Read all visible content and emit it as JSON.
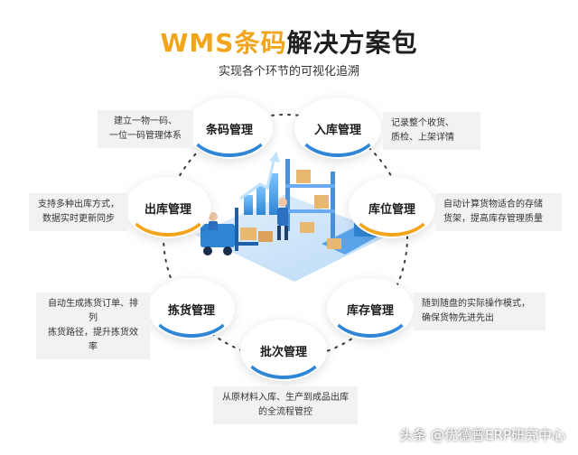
{
  "header": {
    "title_accent": "WMS条码",
    "title_rest": "解决方案包",
    "subtitle": "实现各个环节的可视化追溯"
  },
  "nodes": [
    {
      "label": "条码管理",
      "desc_lines": [
        "建立一物一码、",
        "一位一码管理体系"
      ],
      "accent": "#2f86d6"
    },
    {
      "label": "入库管理",
      "desc_lines": [
        "记录整个收货、",
        "质检、上架详情"
      ],
      "accent": "#2f86d6"
    },
    {
      "label": "库位管理",
      "desc_lines": [
        "自动计算货物适合的存储",
        "货架，提高库存管理质量"
      ],
      "accent": "#f2a51a"
    },
    {
      "label": "库存管理",
      "desc_lines": [
        "随到随盘的实际操作模式，",
        "确保货物先进先出"
      ],
      "accent": "#2f86d6"
    },
    {
      "label": "批次管理",
      "desc_lines": [
        "从原材料入库、生产到成品出库",
        "的全流程管控"
      ],
      "accent": "#2f86d6"
    },
    {
      "label": "拣货管理",
      "desc_lines": [
        "自动生成拣货订单、排列",
        "拣货路径，提升拣货效率"
      ],
      "accent": "#2f86d6"
    },
    {
      "label": "出库管理",
      "desc_lines": [
        "支持多种出库方式，",
        "数据实时更新同步"
      ],
      "accent": "#f2a51a"
    }
  ],
  "colors": {
    "blue": "#2f86d6",
    "gold": "#f2a51a",
    "panel": "#f1f2f4"
  },
  "watermark": "头条 @优德普ERP研究中心"
}
